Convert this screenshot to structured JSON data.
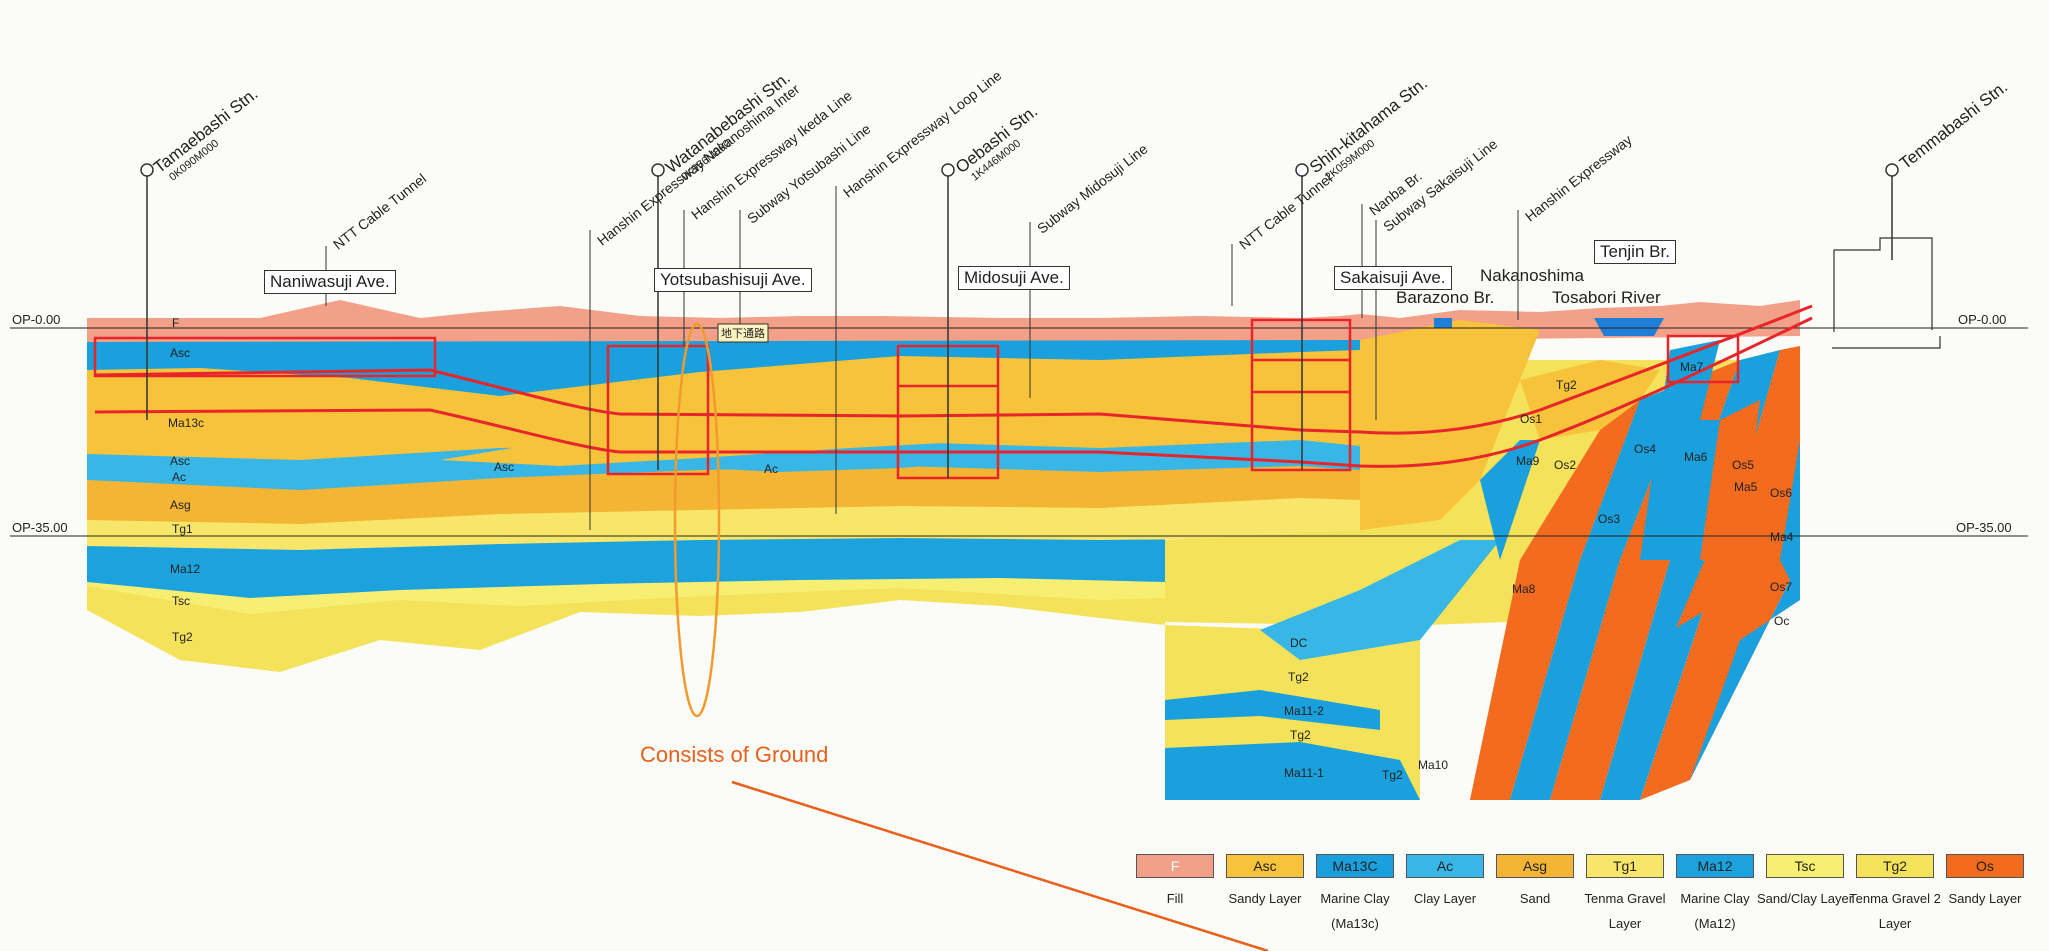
{
  "colors": {
    "fill": "#f2a087",
    "asc": "#f6c33a",
    "ma13c": "#1aa0dc",
    "ac": "#38b6e6",
    "asg": "#f3b533",
    "tg1": "#f8e66a",
    "ma12": "#1ca2dd",
    "tsc": "#f7ef72",
    "tg2": "#f4e25a",
    "os": "#f36b1f",
    "tunnel": "#e8252a",
    "note": "#e8601a"
  },
  "datum_labels": {
    "op0_left": "OP-0.00",
    "op0_right": "OP-0.00",
    "op35_left": "OP-35.00",
    "op35_right": "OP-35.00"
  },
  "stations": [
    {
      "name": "Tamaebashi Stn.",
      "chain": "0K090M000"
    },
    {
      "name": "Watanabebashi Stn.",
      "chain": "0K956M000"
    },
    {
      "name": "Oebashi Stn.",
      "chain": "1K446M000"
    },
    {
      "name": "Shin-kitahama Stn.",
      "chain": "2K059M000"
    },
    {
      "name": "Temmabashi Stn.",
      "chain": ""
    }
  ],
  "features": [
    {
      "label": "NTT Cable Tunnel"
    },
    {
      "label": "Hanshin Expressway Nakanoshima Inter"
    },
    {
      "label": "Hanshin Expressway Ikeda Line"
    },
    {
      "label": "Subway Yotsubashi Line"
    },
    {
      "label": "Hanshin Expressway Loop Line"
    },
    {
      "label": "Subway Midosuji Line"
    },
    {
      "label": "NTT Cable Tunnel"
    },
    {
      "label": "Nanba Br."
    },
    {
      "label": "Subway Sakaisuji Line"
    },
    {
      "label": "Hanshin Expressway"
    }
  ],
  "avenues": [
    {
      "label": "Naniwasuji Ave."
    },
    {
      "label": "Yotsubashisuji Ave."
    },
    {
      "label": "Midosuji Ave."
    },
    {
      "label": "Sakaisuji Ave."
    },
    {
      "label": "Tenjin Br."
    }
  ],
  "places": [
    {
      "label": "Nakanoshima"
    },
    {
      "label": "Barazono Br."
    },
    {
      "label": "Tosabori River"
    }
  ],
  "underpass_sign": "地下通路",
  "layer_labels": [
    {
      "label": "F"
    },
    {
      "label": "Asc"
    },
    {
      "label": "Ma13c"
    },
    {
      "label": "Asc"
    },
    {
      "label": "Ac"
    },
    {
      "label": "Asg"
    },
    {
      "label": "Tg1"
    },
    {
      "label": "Ma12"
    },
    {
      "label": "Tsc"
    },
    {
      "label": "Tg2"
    },
    {
      "label": "Asc"
    },
    {
      "label": "Ac"
    },
    {
      "label": "Tg2"
    },
    {
      "label": "Os1"
    },
    {
      "label": "Ma9"
    },
    {
      "label": "Os2"
    },
    {
      "label": "Os4"
    },
    {
      "label": "Ma6"
    },
    {
      "label": "Ma7"
    },
    {
      "label": "Os5"
    },
    {
      "label": "Ma5"
    },
    {
      "label": "Os6"
    },
    {
      "label": "Os3"
    },
    {
      "label": "Ma4"
    },
    {
      "label": "Ma8"
    },
    {
      "label": "Os7"
    },
    {
      "label": "Oc"
    },
    {
      "label": "DC"
    },
    {
      "label": "Tg2"
    },
    {
      "label": "Ma11-2"
    },
    {
      "label": "Tg2"
    },
    {
      "label": "Ma11-1"
    },
    {
      "label": "Tg2"
    },
    {
      "label": "Ma10"
    }
  ],
  "note": "Consists of Ground",
  "legend": [
    {
      "code": "F",
      "caption": "Fill",
      "color": "#f2a087"
    },
    {
      "code": "Asc",
      "caption": "Sandy Layer",
      "color": "#f6c33a"
    },
    {
      "code": "Ma13C",
      "caption": "Marine Clay (Ma13c)",
      "color": "#1aa0dc"
    },
    {
      "code": "Ac",
      "caption": "Clay Layer",
      "color": "#38b6e6"
    },
    {
      "code": "Asg",
      "caption": "Sand",
      "color": "#f3b533"
    },
    {
      "code": "Tg1",
      "caption": "Tenma Gravel Layer",
      "color": "#f8e66a"
    },
    {
      "code": "Ma12",
      "caption": "Marine Clay (Ma12)",
      "color": "#1ca2dd"
    },
    {
      "code": "Tsc",
      "caption": "Sand/Clay Layer",
      "color": "#f7ef72"
    },
    {
      "code": "Tg2",
      "caption": "Tenma Gravel 2 Layer",
      "color": "#f4e25a"
    },
    {
      "code": "Os",
      "caption": "Sandy Layer",
      "color": "#f36b1f"
    }
  ]
}
